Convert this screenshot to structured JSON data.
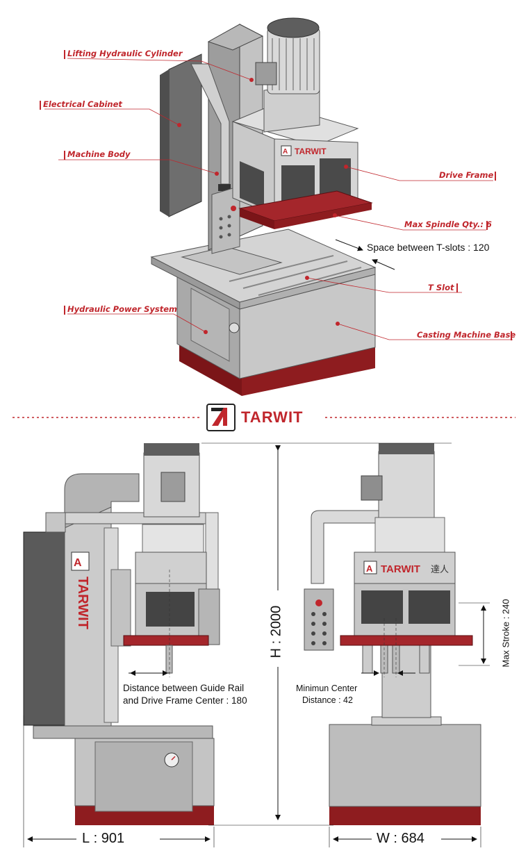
{
  "brand": {
    "name": "TARWIT",
    "chinese": "達人",
    "logo_letters": "TA",
    "accent_color": "#c0262c"
  },
  "callouts": {
    "lifting_cylinder": "Lifting Hydraulic Cylinder",
    "electrical_cabinet": "Electrical Cabinet",
    "machine_body": "Machine Body",
    "drive_frame": "Drive Frame",
    "max_spindle": "Max Spindle Qty.: 6",
    "tslot_space": "Space between T-slots : 120",
    "t_slot": "T Slot",
    "hydraulic_power": "Hydraulic Power System",
    "casting_base": "Casting Machine Base"
  },
  "dimensions": {
    "height": "H : 2000",
    "length": "L : 901",
    "width": "W : 684",
    "max_stroke": "Max Stroke : 240",
    "guide_rail_line1": "Distance between Guide Rail",
    "guide_rail_line2": "and Drive Frame Center : 180",
    "min_center_line1": "Minimun Center",
    "min_center_line2": "Distance : 42"
  },
  "colors": {
    "machine_gray": "#bdbdbd",
    "machine_dark": "#6e6e6e",
    "base_red": "#8e1c1f"
  }
}
